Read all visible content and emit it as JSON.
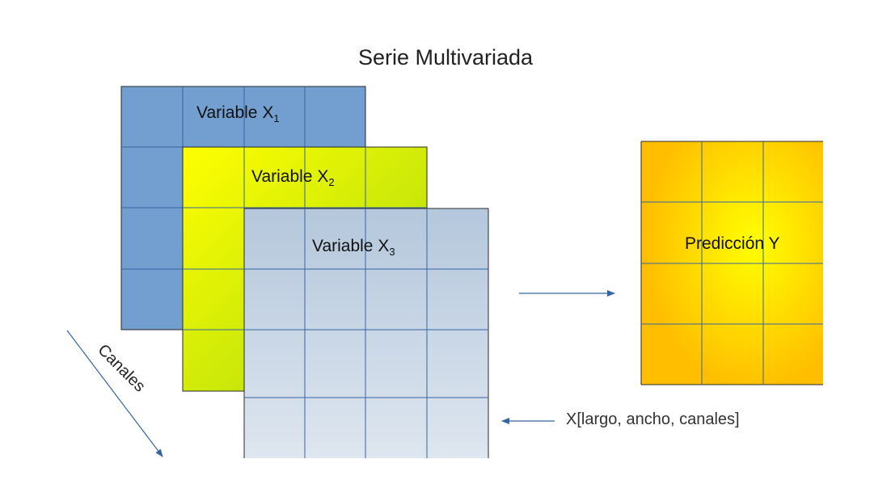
{
  "title": "Serie Multivariada",
  "layers": [
    {
      "label": "Variable X",
      "subscript": "1"
    },
    {
      "label": "Variable X",
      "subscript": "2"
    },
    {
      "label": "Variable X",
      "subscript": "3"
    }
  ],
  "output": {
    "label": "Predicción Y"
  },
  "shape_label": "X[largo, ancho, canales]",
  "channels_label": "Canales",
  "colors": {
    "layer1_fill": "#729fcf",
    "layer2_fill_light": "#ffff00",
    "layer2_fill_dark": "#a5d80f",
    "layer3_fill_top": "#b4c7dc",
    "layer3_fill_bottom": "#dee6ef",
    "output_fill_center": "#ffff00",
    "output_fill_edge": "#ffbf00",
    "grid_line": "#3465a4",
    "arrow": "#3465a4"
  }
}
